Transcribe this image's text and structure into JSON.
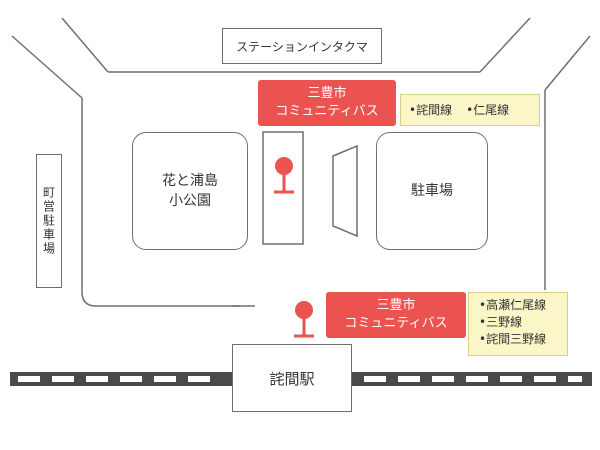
{
  "map": {
    "top_street_label": "ステーションインタクマ",
    "left_street_label": "町営駐車場",
    "park_label_line1": "花と浦島",
    "park_label_line2": "小公園",
    "parking_label": "駐車場",
    "station_label": "詫間駅",
    "bus_stop_north": {
      "line1": "三豊市",
      "line2": "コミュニティバス",
      "routes": [
        "•詫間線",
        "•仁尾線"
      ]
    },
    "bus_stop_south": {
      "line1": "三豊市",
      "line2": "コミュニティバス",
      "routes": [
        "•高瀬仁尾線",
        "•三野線",
        "•詫間三野線"
      ]
    },
    "colors": {
      "bus_red": "#ea5350",
      "route_note_yellow": "#fbf6c8",
      "road_line": "#6f6f6f",
      "railway": "#4a4a4a"
    }
  }
}
